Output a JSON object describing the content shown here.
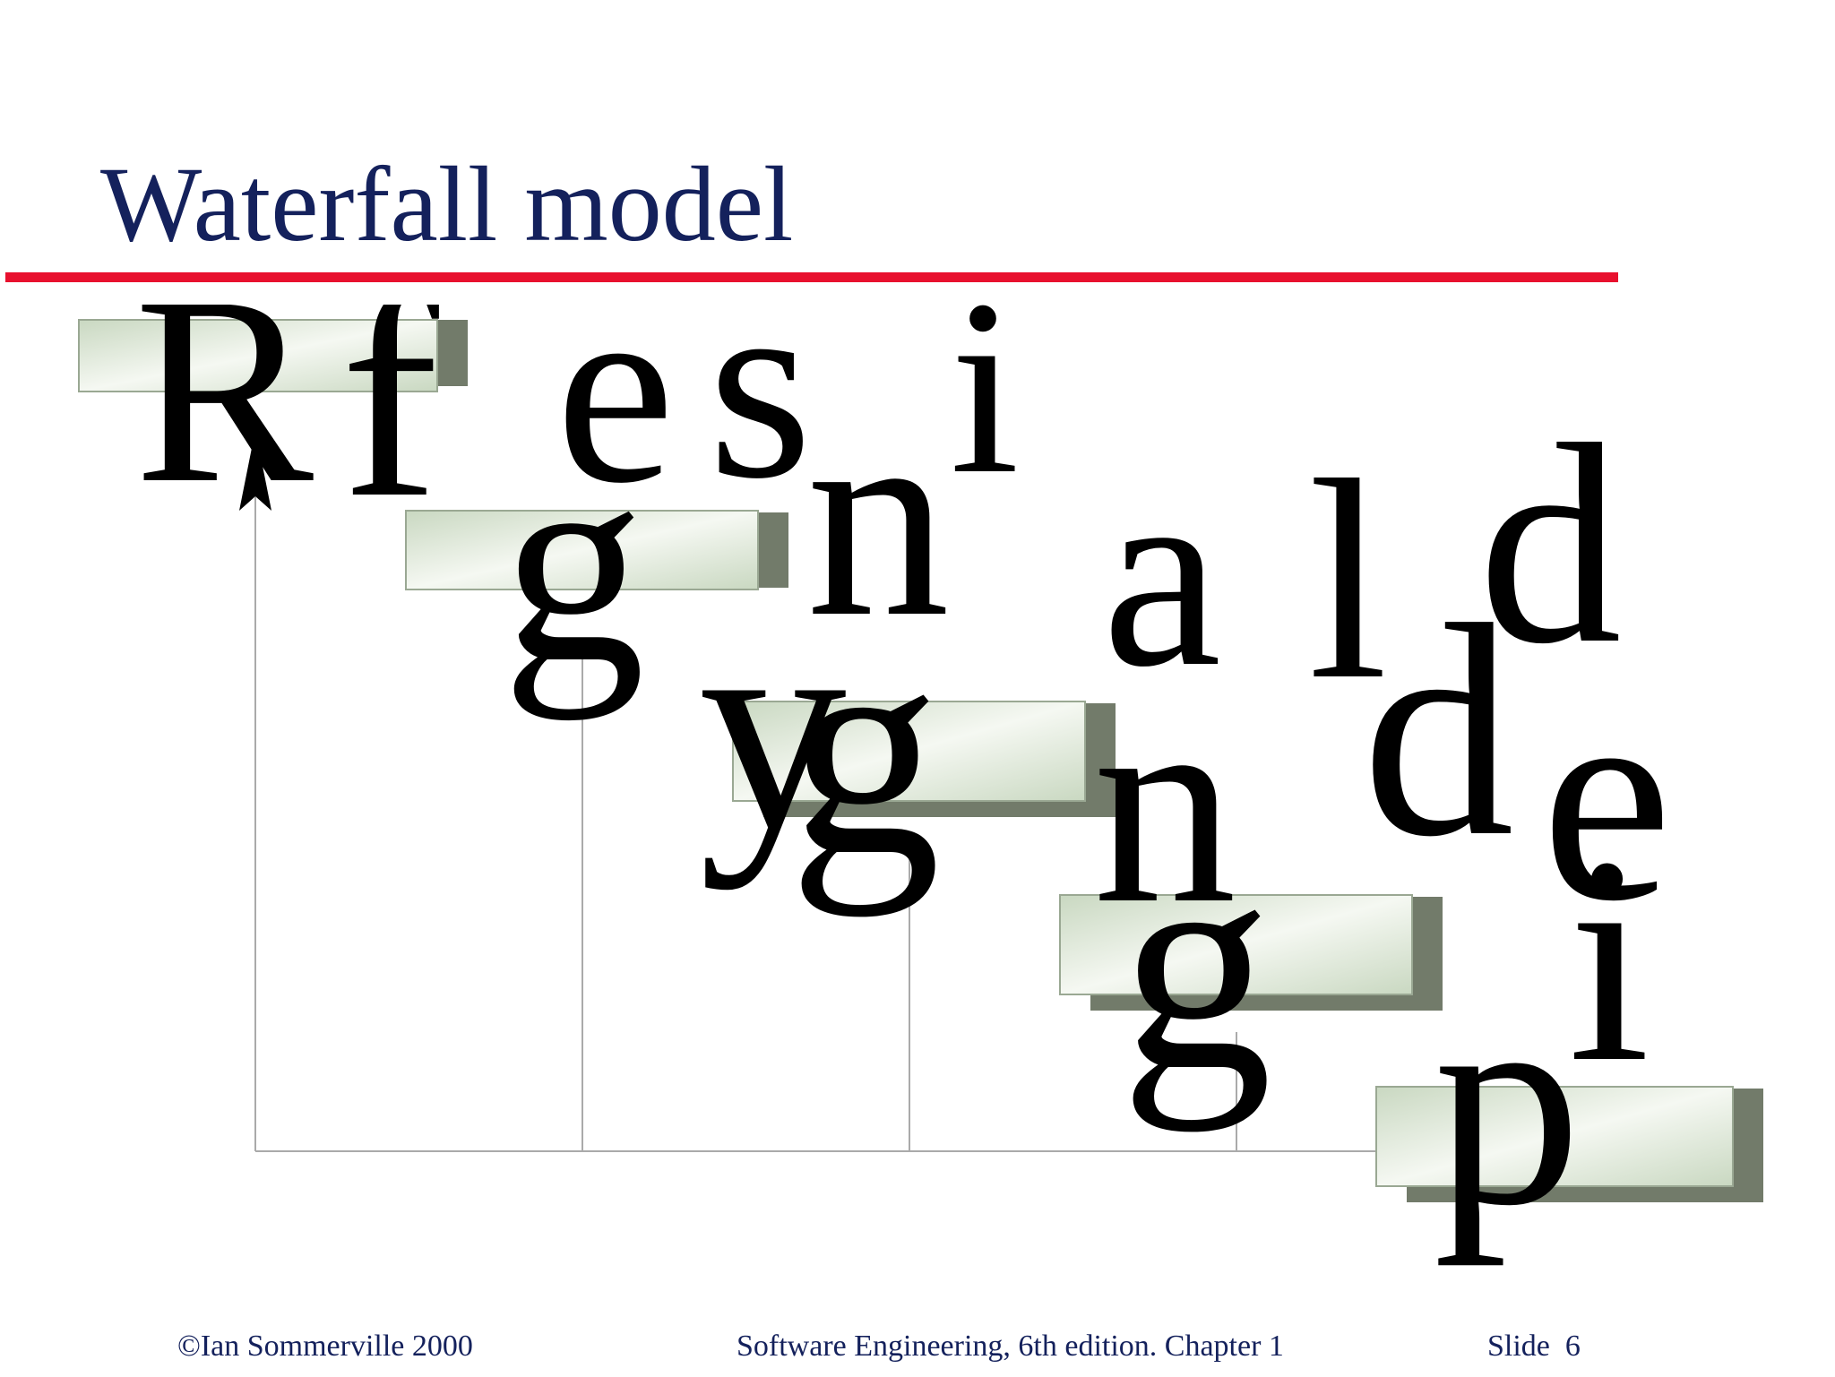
{
  "slide": {
    "title": "Waterfall model"
  },
  "footer": {
    "copyright": "©Ian Sommerville 2000",
    "book": "Software Engineering, 6th edition. Chapter 1",
    "slide_label": "Slide  6"
  },
  "diagram": {
    "box_fill": "#dfe9d6",
    "box_shadow": "#727b6a",
    "line_color": "#aaaaaa",
    "title_color": "#14215c",
    "rule_color": "#e8102e",
    "glyph_color": "#000000"
  },
  "glyphs": [
    "R",
    "f",
    "e",
    "s",
    "i",
    "g",
    "n",
    "d",
    "a",
    "y",
    "g",
    "l",
    "d",
    "n",
    "g",
    "e",
    "i",
    "p"
  ]
}
